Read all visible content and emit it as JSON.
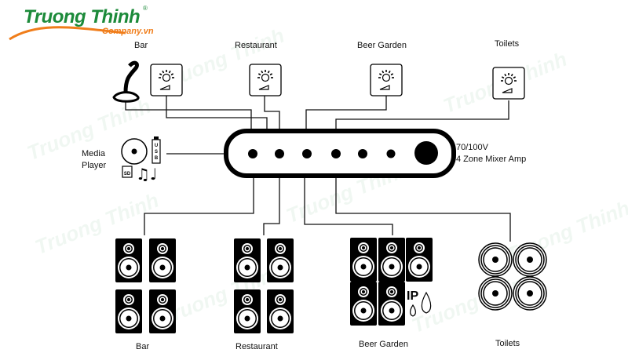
{
  "logo": {
    "brand": "Truong Thinh",
    "sub": "Company.vn",
    "reg": "®",
    "colors": {
      "green": "#1c8a3a",
      "orange": "#f07d1a"
    }
  },
  "watermark": "Truong Thinh",
  "top_zones": [
    {
      "label": "Bar",
      "has_mic": true
    },
    {
      "label": "Restaurant",
      "has_mic": false
    },
    {
      "label": "Beer Garden",
      "has_mic": false
    },
    {
      "label": "Toilets",
      "has_mic": false
    }
  ],
  "media_player": {
    "label_line1": "Media",
    "label_line2": "Player",
    "usb": "USB",
    "sd": "SD",
    "icons": [
      "cd-icon",
      "usb-icon",
      "sd-card-icon",
      "music-notes-icon"
    ]
  },
  "amplifier": {
    "line1": "70/100V",
    "line2": "4 Zone Mixer Amp",
    "knob_count": 6
  },
  "bottom_zones": [
    {
      "label": "Bar",
      "speaker_type": "box",
      "speaker_count": 4
    },
    {
      "label": "Restaurant",
      "speaker_type": "box",
      "speaker_count": 4
    },
    {
      "label": "Beer Garden",
      "speaker_type": "box",
      "speaker_count": 5,
      "badge": "IP"
    },
    {
      "label": "Toilets",
      "speaker_type": "ceiling",
      "speaker_count": 4
    }
  ]
}
